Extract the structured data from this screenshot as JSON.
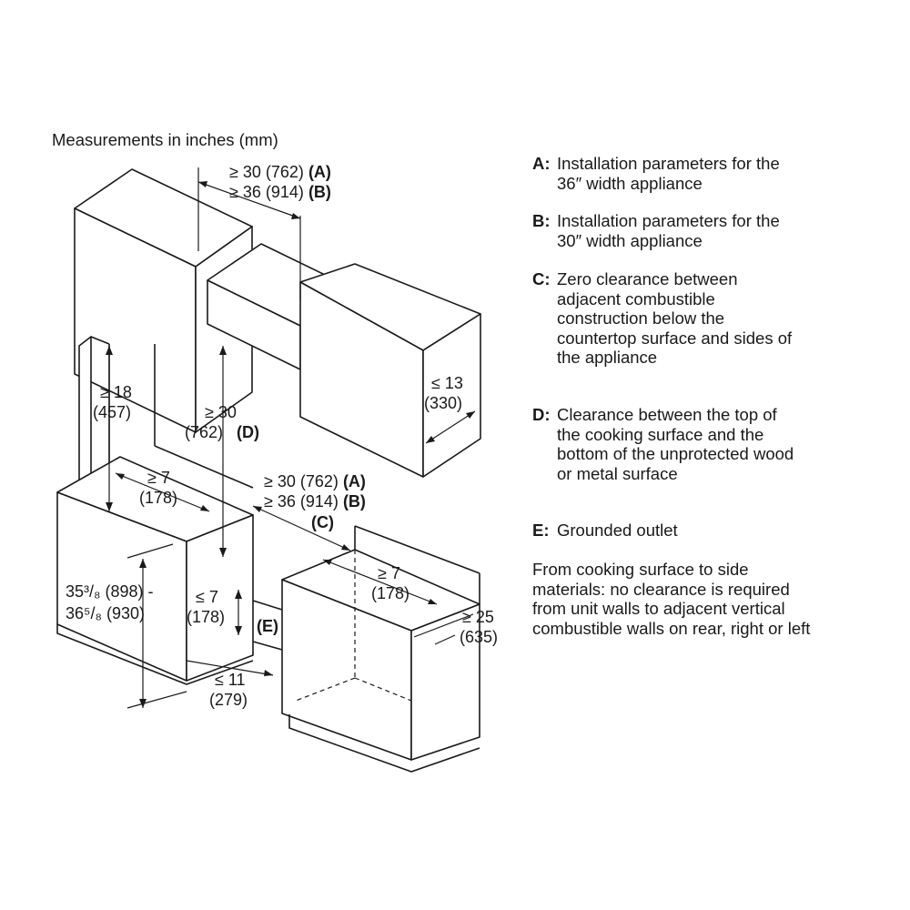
{
  "caption": "Measurements in inches (mm)",
  "dimensions": {
    "top_a": "≥ 30 (762) (A)",
    "top_b": "≥ 36 (914) (B)",
    "hood_side_value": "≤ 13",
    "hood_side_mm": "(330)",
    "upper_clear_value": "≥ 18",
    "upper_clear_mm": "(457)",
    "cooktop_to_hood_value": "≥ 30",
    "cooktop_to_hood_mm": "(762)",
    "cooktop_to_hood_ref": "(D)",
    "left_side_value": "≥ 7",
    "left_side_mm": "(178)",
    "mid_a": "≥ 30 (762) (A)",
    "mid_b": "≥ 36 (914) (B)",
    "mid_c": "(C)",
    "right_side_value": "≥ 7",
    "right_side_mm": "(178)",
    "depth_value": "≥ 25",
    "depth_mm": "(635)",
    "height_line1": "35³/₈ (898) -",
    "height_line2": "36⁵/₈ (930)",
    "outlet_height_value": "≤ 7",
    "outlet_height_mm": "(178)",
    "outlet_ref": "(E)",
    "outlet_width_value": "≤ 11",
    "outlet_width_mm": "(279)"
  },
  "legend": [
    {
      "key": "A:",
      "text": "Installation parameters for the\n36″ width appliance"
    },
    {
      "key": "B:",
      "text": "Installation parameters for the\n30″ width appliance"
    },
    {
      "key": "C:",
      "text": "Zero clearance between\nadjacent combustible\nconstruction below the\ncountertop surface and sides of\nthe appliance"
    },
    {
      "key": "D:",
      "text": "Clearance between the top of\nthe cooking surface and the\nbottom of the unprotected wood\nor metal surface"
    },
    {
      "key": "E:",
      "text": "Grounded outlet"
    }
  ],
  "note": "From cooking surface to side\nmaterials: no clearance is required\nfrom unit walls to adjacent vertical\ncombustible walls on rear, right or left"
}
